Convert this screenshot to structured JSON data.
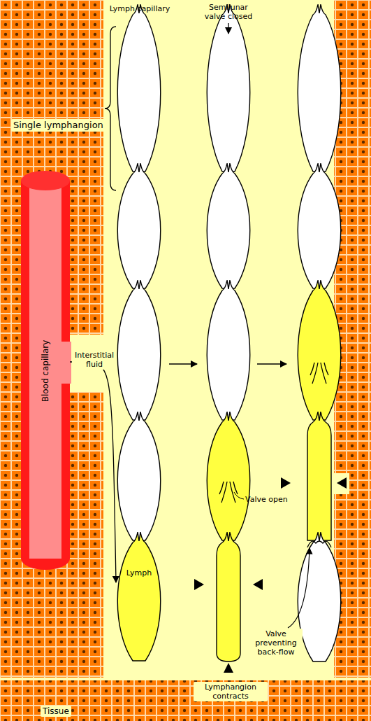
{
  "diagram": {
    "nodes": [
      {
        "text": [
          "Blood capillary"
        ]
      },
      {
        "text": [
          "Lymph"
        ]
      }
    ],
    "edges": [
      {
        "from": 0,
        "to": 1,
        "arrow": "to",
        "label": "Interstitial fluid"
      }
    ],
    "labels": [
      "Lymph capillary",
      "Semilunar valve closed",
      "Single lymphangion",
      "Valve open",
      "Valve preventing back-flow",
      "Lymphangion contracts",
      "Tissue"
    ]
  }
}
